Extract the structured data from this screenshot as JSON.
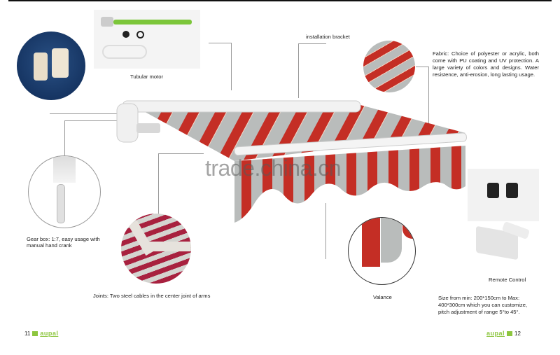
{
  "page": {
    "left_number": "11",
    "right_number": "12",
    "brand": "aupal"
  },
  "watermark": "trade.china.cn",
  "labels": {
    "tubular_motor": "Tubular motor",
    "installation_bracket": "installation bracket",
    "fabric": "Fabric: Choice of polyester or acrylic, both come with PU coating and UV protection. A large variety of colors and designs. Water resistence, anti-erosion, long lasting usage.",
    "gear_box_line1": "Gear box: 1:7, easy usage with",
    "gear_box_line2": "manual hand crank",
    "joints": "Joints: Two steel cables in the center joint of arms",
    "valance": "Valance",
    "remote_control": "Remote Control",
    "size_line1": "Size from min: 200*150cm to Max:",
    "size_line2": "400*300cm which you can customize,",
    "size_line3": "pitch adjustment of range 5°to 45°."
  },
  "colors": {
    "brand_green": "#8dc63f",
    "stripe_red": "#c42e25",
    "stripe_grey": "#b9bcbb",
    "joint_red": "#a8213f",
    "end_cap_blue": "#1d3f6e"
  }
}
